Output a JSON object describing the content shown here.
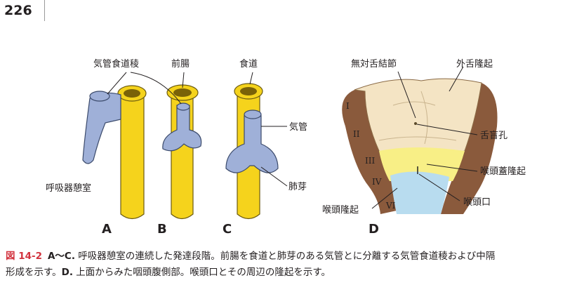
{
  "page": {
    "number": "226"
  },
  "figure": {
    "labels": {
      "tracheoesophageal_ridge": "気管食道稜",
      "foregut": "前腸",
      "esophagus": "食道",
      "respiratory_diverticulum": "呼吸器憩室",
      "trachea": "気管",
      "lung_bud": "肺芽",
      "foramen_cecum_line": "無対舌結節",
      "lateral_lingual_swelling": "外舌隆起",
      "foramen_cecum": "舌盲孔",
      "epiglottal_swelling": "喉頭蓋隆起",
      "laryngeal_orifice": "喉頭口",
      "arytenoid_swelling": "喉頭隆起"
    },
    "panels": [
      "A",
      "B",
      "C",
      "D"
    ],
    "arches": [
      "I",
      "II",
      "III",
      "IV",
      "VI"
    ],
    "colors": {
      "esophagus": "#f5d31c",
      "respiratory": "#9fb0d8",
      "tongue": "#f4e4c4",
      "pharynx_wall": "#8a5a3c",
      "laryngeal_pale_yellow": "#f8ef86",
      "laryngeal_blue": "#b8dcef"
    }
  },
  "caption": {
    "figure_number": "図 14-2",
    "panels_ac": "A～C.",
    "text_ac": "呼吸器憩室の連続した発達段階。前腸を食道と肺芽のある気管とに分離する気管食道稜および中隔",
    "text_ac_cont": "形成を示す。",
    "panel_d": "D.",
    "text_d": "上面からみた咽頭腹側部。喉頭口とその周辺の隆起を示す。"
  }
}
